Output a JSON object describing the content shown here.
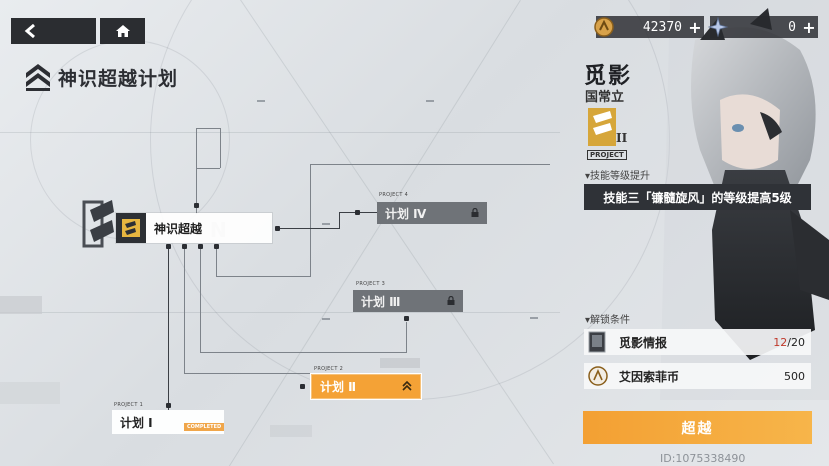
{
  "nav": {
    "back_icon": "back-arrow-icon",
    "home_icon": "home-icon"
  },
  "currency": {
    "gold": {
      "icon": "coin-icon",
      "value": "42370",
      "plus": "+"
    },
    "star": {
      "icon": "star-icon",
      "value": "0",
      "plus": "+"
    }
  },
  "page": {
    "title": "神识超越计划",
    "title_icon": "double-chevron-icon"
  },
  "tree": {
    "root": {
      "label": "神识超越",
      "watermark": "N"
    },
    "nodes": [
      {
        "tag": "PROJECT 4",
        "label": "计划 Ⅳ",
        "state": "locked"
      },
      {
        "tag": "PROJECT 3",
        "label": "计划 Ⅲ",
        "state": "locked"
      },
      {
        "tag": "PROJECT 2",
        "label": "计划 Ⅱ",
        "state": "selected"
      },
      {
        "tag": "PROJECT 1",
        "label": "计划 Ⅰ",
        "state": "completed",
        "badge": "COMPLETED"
      }
    ]
  },
  "panel": {
    "name": "觅影",
    "group": "国常立",
    "project_tag": "PROJECT",
    "emblem_numeral": "II",
    "skill_header": "▾技能等级提升",
    "skill_text": "技能三「镰髓旋风」的等级提高5级",
    "unlock_header": "▾解锁条件",
    "conditions": [
      {
        "label": "觅影情报",
        "have": "12",
        "need": "/20",
        "icon": "intel-card-icon"
      },
      {
        "label": "艾因索菲币",
        "have": "500",
        "need": "",
        "icon": "coin-icon"
      }
    ],
    "action": "超越",
    "uid": "ID:1075338490"
  },
  "colors": {
    "accent": "#f4a236",
    "dark": "#2b2d31",
    "insufficient": "#c0392b"
  }
}
